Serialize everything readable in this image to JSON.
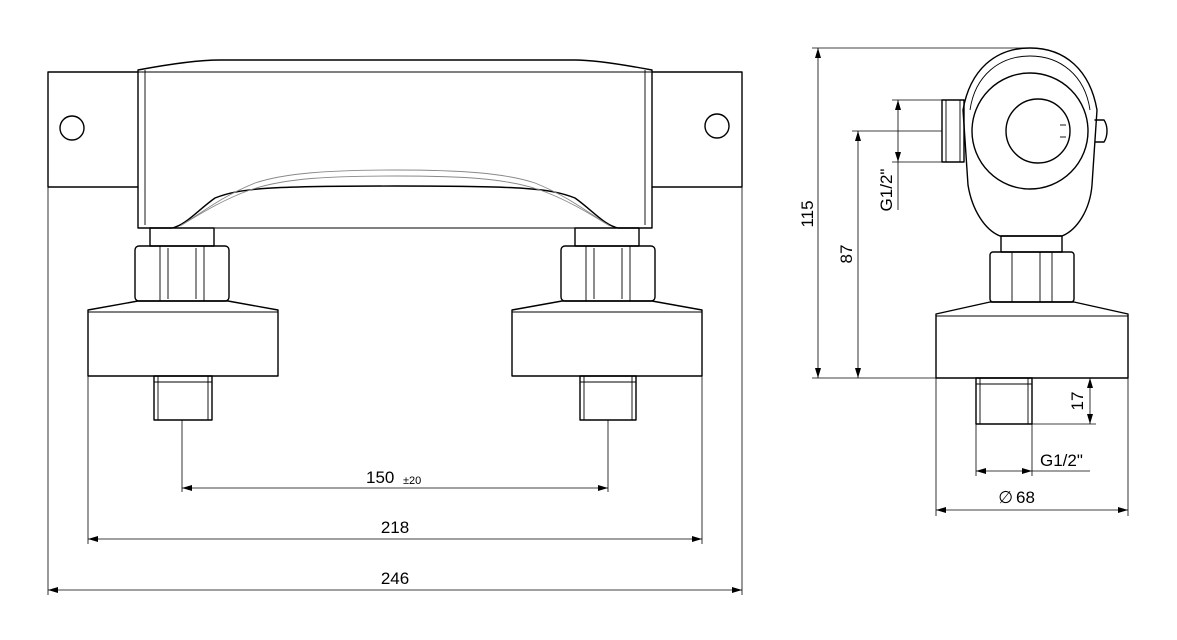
{
  "dimensions": {
    "inlet_spacing": "150",
    "inlet_tolerance": "±20",
    "base_width": "218",
    "overall_width": "246",
    "overall_height": "115",
    "outlet_height": "87",
    "outlet_thread": "G1/2\"",
    "connector_length": "17",
    "inlet_thread": "G1/2\"",
    "base_diameter": "68",
    "diameter_symbol": "∅"
  }
}
